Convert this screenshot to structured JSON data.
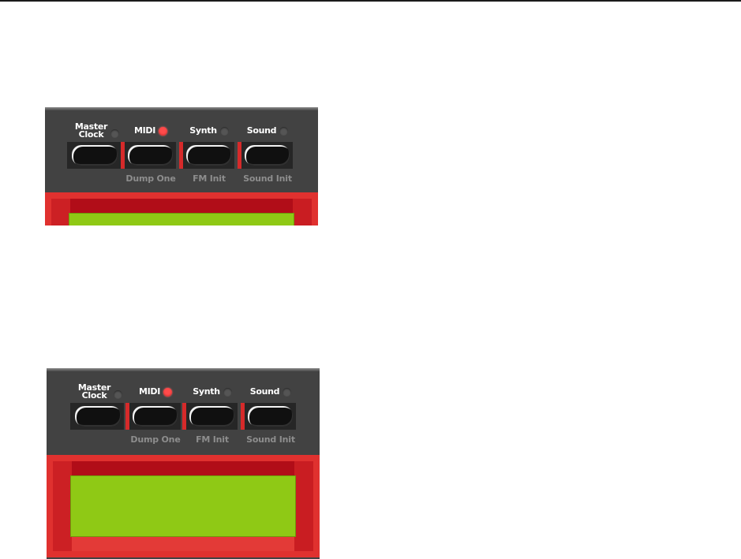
{
  "panels": [
    {
      "buttons": [
        {
          "label_line1": "Master",
          "label_line2": "Clock",
          "led": "off",
          "sub_label": ""
        },
        {
          "label_line1": "MIDI",
          "label_line2": "",
          "led": "on",
          "sub_label": "Dump One"
        },
        {
          "label_line1": "Synth",
          "label_line2": "",
          "led": "off",
          "sub_label": "FM Init"
        },
        {
          "label_line1": "Sound",
          "label_line2": "",
          "led": "off",
          "sub_label": "Sound Init"
        }
      ]
    },
    {
      "buttons": [
        {
          "label_line1": "Master",
          "label_line2": "Clock",
          "led": "off",
          "sub_label": ""
        },
        {
          "label_line1": "MIDI",
          "label_line2": "",
          "led": "on",
          "sub_label": "Dump One"
        },
        {
          "label_line1": "Synth",
          "label_line2": "",
          "led": "off",
          "sub_label": "FM Init"
        },
        {
          "label_line1": "Sound",
          "label_line2": "",
          "led": "off",
          "sub_label": "Sound Init"
        }
      ]
    }
  ],
  "colors": {
    "panel": "#424242",
    "accent_red": "#d62a2a",
    "led_on": "#ff4b4b",
    "led_off": "#555555",
    "lcd": "#8fc915"
  }
}
